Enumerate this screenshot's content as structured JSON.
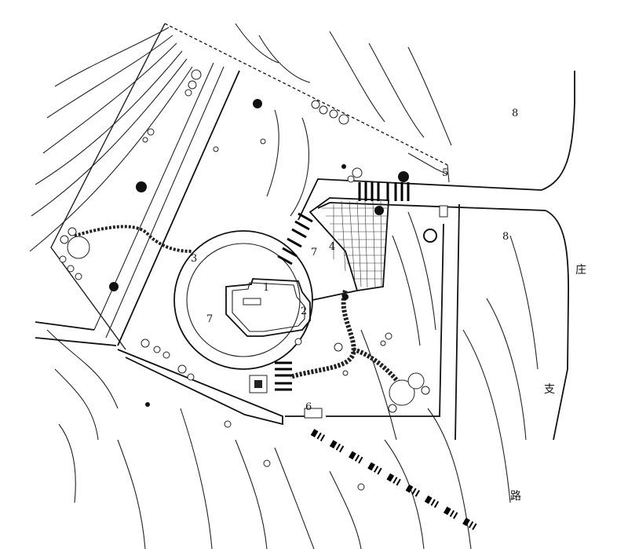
{
  "plan_labels": {
    "bldg_1": "1",
    "bldg_2": "2",
    "ring_3": "3",
    "terrace_4": "4",
    "gate_5": "5",
    "entry_6": "6",
    "lawn_7a": "7",
    "lawn_7b": "7",
    "field_8a": "8",
    "field_8b": "8"
  },
  "road_name": [
    "庄",
    "支",
    "路"
  ],
  "colors": {
    "ink": "#111111",
    "paper": "#ffffff"
  }
}
